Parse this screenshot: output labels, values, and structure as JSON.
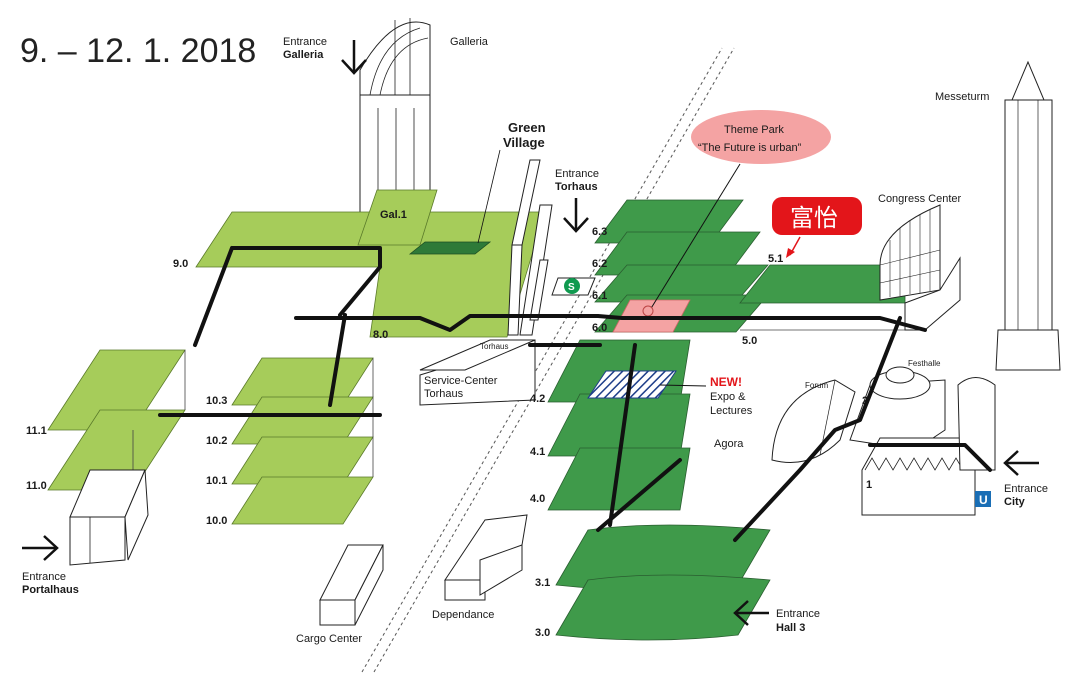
{
  "date": "9. – 12. 1. 2018",
  "entrances": {
    "galleria": {
      "line1": "Entrance",
      "line2": "Galleria"
    },
    "torhaus": {
      "line1": "Entrance",
      "line2": "Torhaus"
    },
    "portalhaus": {
      "line1": "Entrance",
      "line2": "Portalhaus"
    },
    "city": {
      "line1": "Entrance",
      "line2": "City"
    },
    "hall3": {
      "line1": "Entrance",
      "line2": "Hall 3"
    }
  },
  "buildings": {
    "galleria": "Galleria",
    "green_village_1": "Green",
    "green_village_2": "Village",
    "messeturm": "Messeturm",
    "congress_center": "Congress Center",
    "service_center_1": "Service-Center",
    "service_center_2": "Torhaus",
    "torhaus_small": "Torhaus",
    "forum": "Forum",
    "festhalle": "Festhalle",
    "agora": "Agora",
    "cargo_center": "Cargo Center",
    "dependance": "Dependance"
  },
  "halls": {
    "h9_0": "9.0",
    "gal_1": "Gal.1",
    "h8_0": "8.0",
    "h11_1": "11.1",
    "h11_0": "11.0",
    "h10_3": "10.3",
    "h10_2": "10.2",
    "h10_1": "10.1",
    "h10_0": "10.0",
    "h6_3": "6.3",
    "h6_2": "6.2",
    "h6_1": "6.1",
    "h6_0": "6.0",
    "h5_1": "5.1",
    "h5_0": "5.0",
    "h4_2": "4.2",
    "h4_1": "4.1",
    "h4_0": "4.0",
    "h3_1": "3.1",
    "h3_0": "3.0",
    "h1": "1",
    "h2": "2"
  },
  "theme_park": {
    "line1": "Theme Park",
    "line2": "“The Future is urban”"
  },
  "new_expo": {
    "line1": "NEW!",
    "line2": "Expo &",
    "line3": "Lectures"
  },
  "highlight_tag": "富怡",
  "s_bahn": "S",
  "u_bahn": "U",
  "colors": {
    "light_green": "#a6cc5a",
    "dark_green": "#3f9a4a",
    "highlight_red": "#e3151a",
    "theme_pink": "#f4a3a3",
    "s_bahn_green": "#109a50",
    "u_bahn_blue": "#1a6eb5"
  }
}
